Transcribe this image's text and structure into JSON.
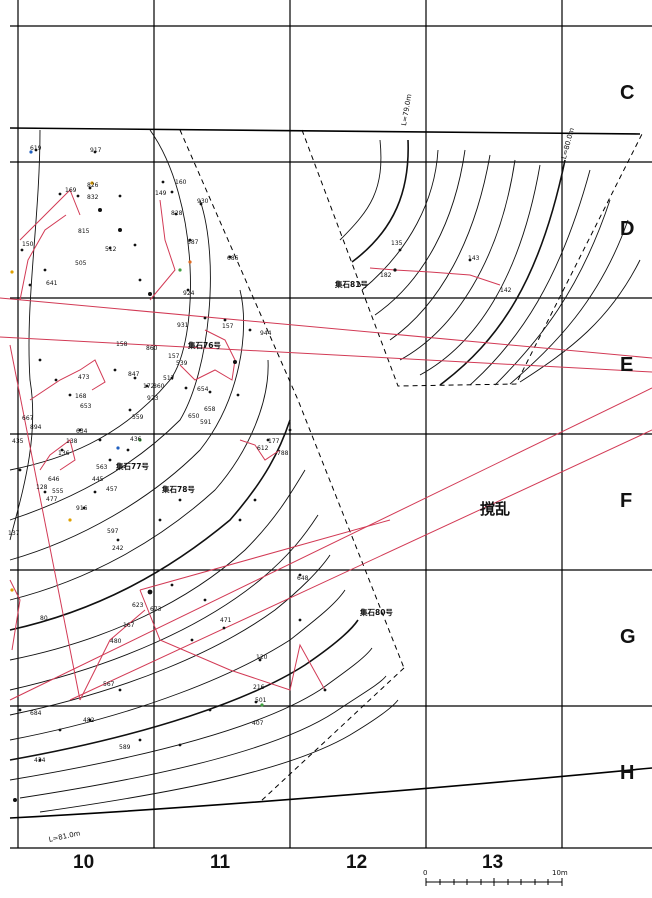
{
  "grid": {
    "rows": [
      "C",
      "D",
      "E",
      "F",
      "G",
      "H"
    ],
    "columns": [
      "10",
      "11",
      "12",
      "13"
    ]
  },
  "site_labels": {
    "s76": "集石76号",
    "s77": "集石77号",
    "s78": "集石78号",
    "s80": "集石80号",
    "s81": "集石81号"
  },
  "disturbance_label": "撹乱",
  "contour_labels": {
    "l79": "L=79.0m",
    "l80": "L=80.0m",
    "l81": "L=81.0m"
  },
  "scale": {
    "start": "0",
    "end": "10m"
  },
  "point_labels": {
    "p619": "619",
    "p917": "917",
    "p169": "169",
    "p826": "826",
    "p832": "832",
    "p160": "160",
    "p149": "149",
    "p930": "930",
    "p815": "815",
    "p828": "828",
    "p150": "150",
    "p512": "512",
    "p687": "687",
    "p505": "505",
    "p686": "686",
    "p641": "641",
    "p924": "924",
    "p931": "931",
    "p157a": "157",
    "p944": "944",
    "p158": "158",
    "p860": "860",
    "p157b": "157",
    "p539": "539",
    "p473": "473",
    "p847": "847",
    "p517": "517",
    "p172": "172",
    "p860b": "860",
    "p168": "168",
    "p923": "923",
    "p653": "653",
    "p654": "654",
    "p658": "658",
    "p650": "650",
    "p591": "591",
    "p559": "559",
    "p667": "667",
    "p894": "894",
    "p634": "634",
    "p435": "435",
    "p138": "138",
    "p436": "436",
    "p177": "177",
    "p612": "612",
    "p788": "788",
    "p136": "136",
    "p563": "563",
    "p646": "646",
    "p445": "445",
    "p128": "128",
    "p555": "555",
    "p457": "457",
    "p477": "477",
    "p916": "916",
    "p137": "137",
    "p597": "597",
    "p242": "242",
    "p648": "648",
    "p623": "623",
    "p673": "673",
    "p80": "80",
    "p471": "471",
    "p167": "167",
    "p480": "480",
    "p120": "120",
    "p567": "567",
    "p216": "216",
    "p684": "684",
    "p501": "501",
    "p482": "482",
    "p407": "407",
    "p589": "589",
    "p434": "434",
    "p135": "135",
    "p143": "143",
    "p142": "142",
    "p182": "182"
  },
  "colors": {
    "grid": "#000000",
    "contour": "#111111",
    "refit_line": "#d23a55",
    "artifact_point": "#111111"
  }
}
